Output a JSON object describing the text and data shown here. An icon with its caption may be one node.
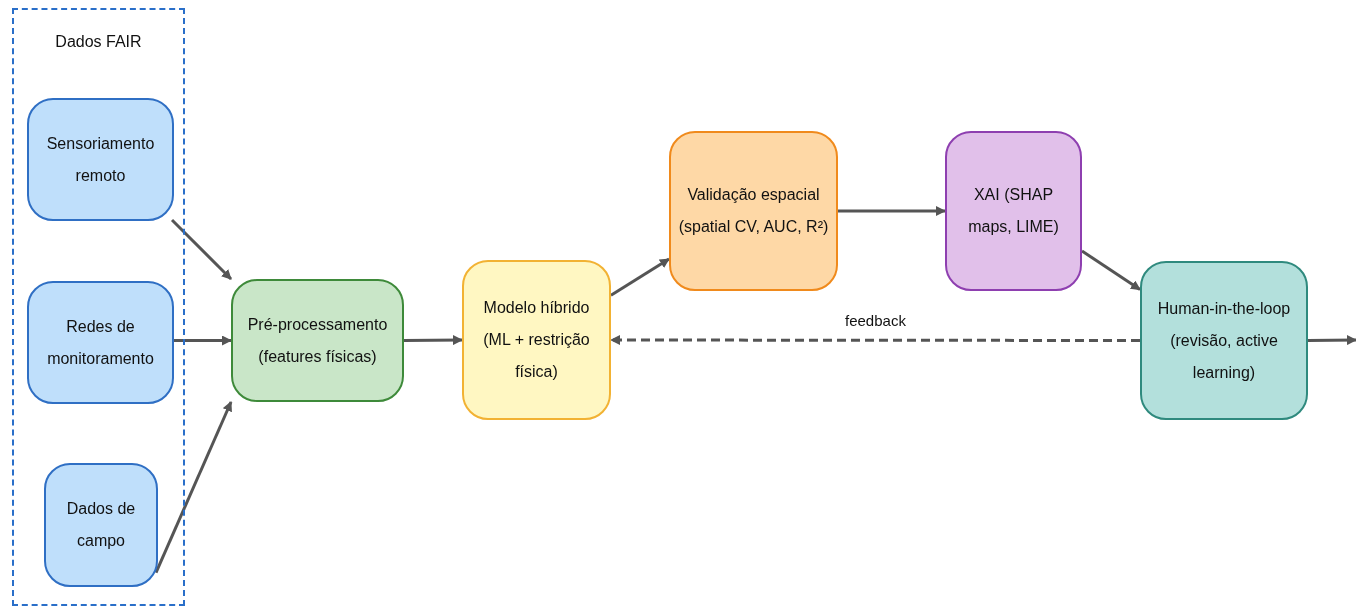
{
  "diagram": {
    "nodes": [
      {
        "text": [
          "Dados FAIR"
        ]
      },
      {
        "text": [
          "Sensoriamento remoto"
        ],
        "in": 0
      },
      {
        "text": [
          "Redes de monitoramento"
        ],
        "in": 0
      },
      {
        "text": [
          "Dados de campo"
        ],
        "in": 0
      },
      {
        "text": [
          "Pré-processamento (features físicas)"
        ]
      },
      {
        "text": [
          "Modelo híbrido (ML + restrição física)"
        ]
      },
      {
        "text": [
          "Validação espacial (spatial CV, AUC, R²)"
        ]
      },
      {
        "text": [
          "XAI (SHAP maps, LIME)"
        ]
      },
      {
        "text": [
          "Human-in-the-loop (revisão, active learning)"
        ]
      }
    ],
    "edges": [
      {
        "from": 1,
        "to": 4,
        "arrow": "to"
      },
      {
        "from": 2,
        "to": 4,
        "arrow": "to"
      },
      {
        "from": 3,
        "to": 4,
        "arrow": "to"
      },
      {
        "from": 4,
        "to": 5,
        "arrow": "to"
      },
      {
        "from": 5,
        "to": 6,
        "arrow": "to"
      },
      {
        "from": 6,
        "to": 7,
        "arrow": "to"
      },
      {
        "from": 7,
        "to": 8,
        "arrow": "to"
      },
      {
        "from": 8,
        "to": 5,
        "arrow": "to",
        "label": "feedback",
        "style": "dashed"
      },
      {
        "from": 8,
        "to": null,
        "arrow": "to"
      }
    ]
  }
}
